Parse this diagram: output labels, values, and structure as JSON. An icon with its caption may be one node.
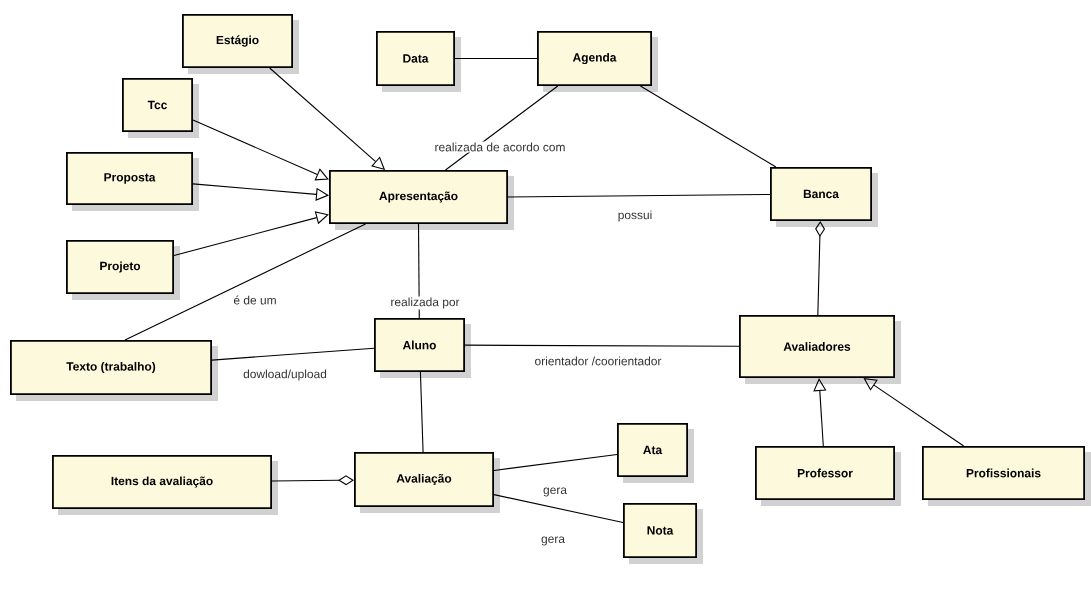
{
  "diagram": {
    "nodes": [
      {
        "text": [
          "Estágio"
        ]
      },
      {
        "text": [
          "Tcc"
        ]
      },
      {
        "text": [
          "Proposta"
        ]
      },
      {
        "text": [
          "Projeto"
        ]
      },
      {
        "text": [
          "Data"
        ]
      },
      {
        "text": [
          "Agenda"
        ]
      },
      {
        "text": [
          "Apresentação"
        ]
      },
      {
        "text": [
          "Banca"
        ]
      },
      {
        "text": [
          "Texto (trabalho)"
        ]
      },
      {
        "text": [
          "Aluno"
        ]
      },
      {
        "text": [
          "Avaliadores"
        ]
      },
      {
        "text": [
          "Ata"
        ]
      },
      {
        "text": [
          "Itens da avaliação"
        ]
      },
      {
        "text": [
          "Avaliação"
        ]
      },
      {
        "text": [
          "Nota"
        ]
      },
      {
        "text": [
          "Professor"
        ]
      },
      {
        "text": [
          "Profissionais"
        ]
      }
    ],
    "edges": [
      {
        "from": 0,
        "to": 6,
        "arrow": "to"
      },
      {
        "from": 1,
        "to": 6,
        "arrow": "to"
      },
      {
        "from": 2,
        "to": 6,
        "arrow": "to"
      },
      {
        "from": 3,
        "to": 6,
        "arrow": "to"
      },
      {
        "from": 8,
        "to": 6,
        "arrow": "none",
        "label": "é de um"
      },
      {
        "from": 4,
        "to": 5,
        "arrow": "none"
      },
      {
        "from": 5,
        "to": 6,
        "arrow": "none",
        "label": "realizada de acordo com"
      },
      {
        "from": 5,
        "to": 7,
        "arrow": "none"
      },
      {
        "from": 6,
        "to": 7,
        "arrow": "none",
        "label": "possui"
      },
      {
        "from": 6,
        "to": 9,
        "arrow": "none",
        "label": "realizada por"
      },
      {
        "from": 8,
        "to": 9,
        "arrow": "none",
        "label": "dowload/upload"
      },
      {
        "from": 9,
        "to": 10,
        "arrow": "none",
        "label": "orientador /coorientador"
      },
      {
        "from": 10,
        "to": 7,
        "arrow": "other"
      },
      {
        "from": 15,
        "to": 10,
        "arrow": "to"
      },
      {
        "from": 16,
        "to": 10,
        "arrow": "to"
      },
      {
        "from": 9,
        "to": 13,
        "arrow": "none"
      },
      {
        "from": 12,
        "to": 13,
        "arrow": "other"
      },
      {
        "from": 13,
        "to": 11,
        "arrow": "none",
        "label": "gera"
      },
      {
        "from": 13,
        "to": 14,
        "arrow": "none",
        "label": "gera"
      }
    ]
  }
}
